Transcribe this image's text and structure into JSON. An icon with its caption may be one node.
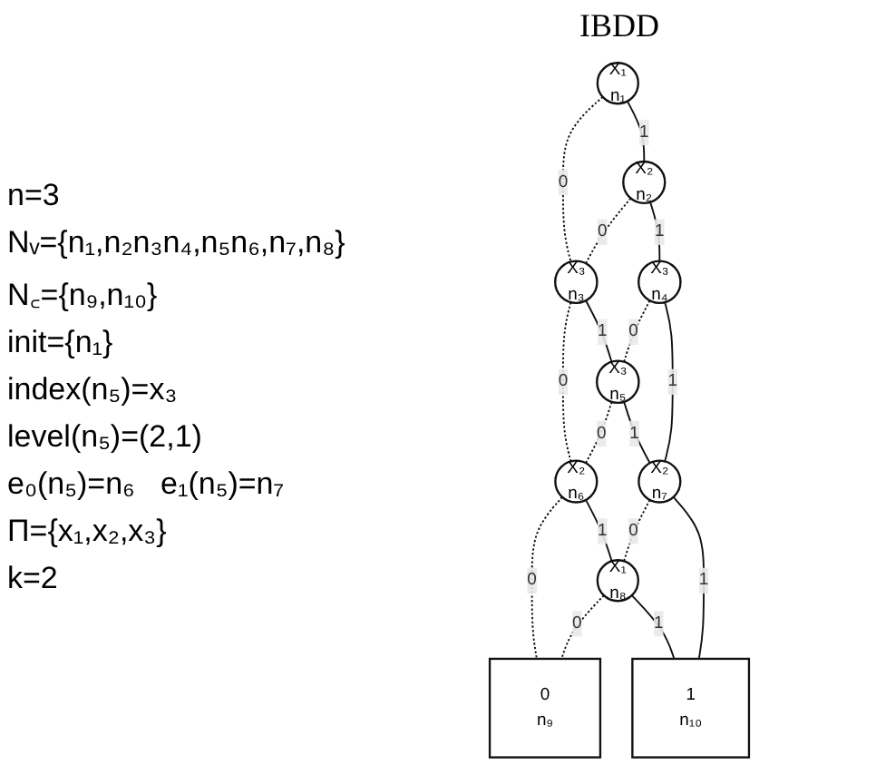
{
  "diagram": {
    "title": "IBDD",
    "nodes": [
      {
        "text": [
          "X₁",
          "n₁"
        ]
      },
      {
        "text": [
          "X₂",
          "n₂"
        ]
      },
      {
        "text": [
          "X₃",
          "n₃"
        ]
      },
      {
        "text": [
          "X₃",
          "n₄"
        ]
      },
      {
        "text": [
          "X₃",
          "n₅"
        ]
      },
      {
        "text": [
          "X₂",
          "n₆"
        ]
      },
      {
        "text": [
          "X₂",
          "n₇"
        ]
      },
      {
        "text": [
          "X₁",
          "n₈"
        ]
      },
      {
        "text": [
          "0",
          "n₉"
        ]
      },
      {
        "text": [
          "1",
          "n₁₀"
        ]
      }
    ],
    "edges": [
      {
        "from": 0,
        "to": 2,
        "arrow": "none",
        "label": "0",
        "style": "dashed"
      },
      {
        "from": 0,
        "to": 1,
        "arrow": "none",
        "label": "1"
      },
      {
        "from": 1,
        "to": 2,
        "arrow": "none",
        "label": "0",
        "style": "dashed"
      },
      {
        "from": 1,
        "to": 3,
        "arrow": "none",
        "label": "1"
      },
      {
        "from": 2,
        "to": 5,
        "arrow": "none",
        "label": "0",
        "style": "dashed"
      },
      {
        "from": 2,
        "to": 4,
        "arrow": "none",
        "label": "1"
      },
      {
        "from": 3,
        "to": 4,
        "arrow": "none",
        "label": "0",
        "style": "dashed"
      },
      {
        "from": 3,
        "to": 6,
        "arrow": "none",
        "label": "1"
      },
      {
        "from": 4,
        "to": 5,
        "arrow": "none",
        "label": "0",
        "style": "dashed"
      },
      {
        "from": 4,
        "to": 6,
        "arrow": "none",
        "label": "1"
      },
      {
        "from": 5,
        "to": 8,
        "arrow": "none",
        "label": "0",
        "style": "dashed"
      },
      {
        "from": 5,
        "to": 7,
        "arrow": "none",
        "label": "1"
      },
      {
        "from": 6,
        "to": 7,
        "arrow": "none",
        "label": "0",
        "style": "dashed"
      },
      {
        "from": 6,
        "to": 9,
        "arrow": "none",
        "label": "1"
      },
      {
        "from": 7,
        "to": 8,
        "arrow": "none",
        "label": "0",
        "style": "dashed"
      },
      {
        "from": 7,
        "to": 9,
        "arrow": "none",
        "label": "1"
      }
    ],
    "labels": [
      "n=3",
      "Nᵥ={n₁,n₂n₃n₄,n₅n₆,n₇,n₈}",
      "N꜀={n₉,n₁₀}",
      "init={n₁}",
      "index(n₅)=x₃",
      "level(n₅)=(2,1)",
      "e₀(n₅)=n₆   e₁(n₅)=n₇",
      "Π={x₁,x₂,x₃}",
      "k=2"
    ]
  }
}
